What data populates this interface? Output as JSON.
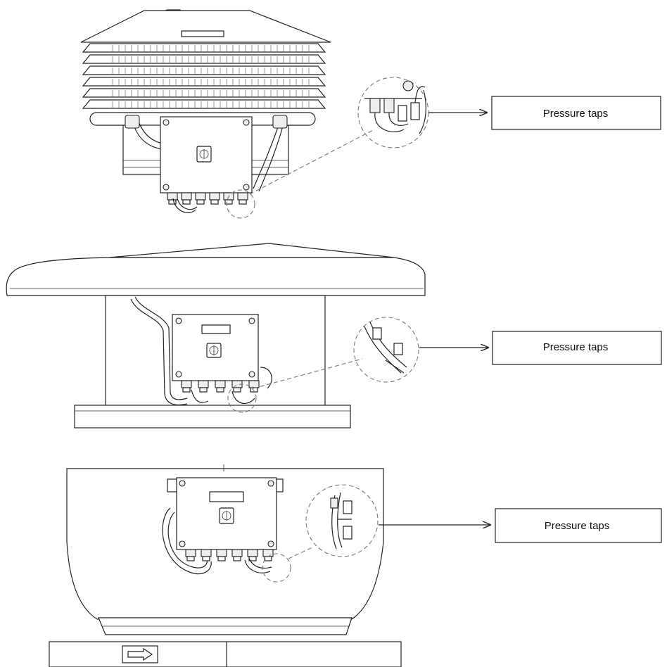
{
  "callouts": {
    "top": {
      "label": "Pressure taps"
    },
    "middle": {
      "label": "Pressure taps"
    },
    "bottom": {
      "label": "Pressure taps"
    }
  },
  "icons": {
    "switch": "rotary-switch-icon",
    "arrow": "direction-arrow-icon"
  }
}
